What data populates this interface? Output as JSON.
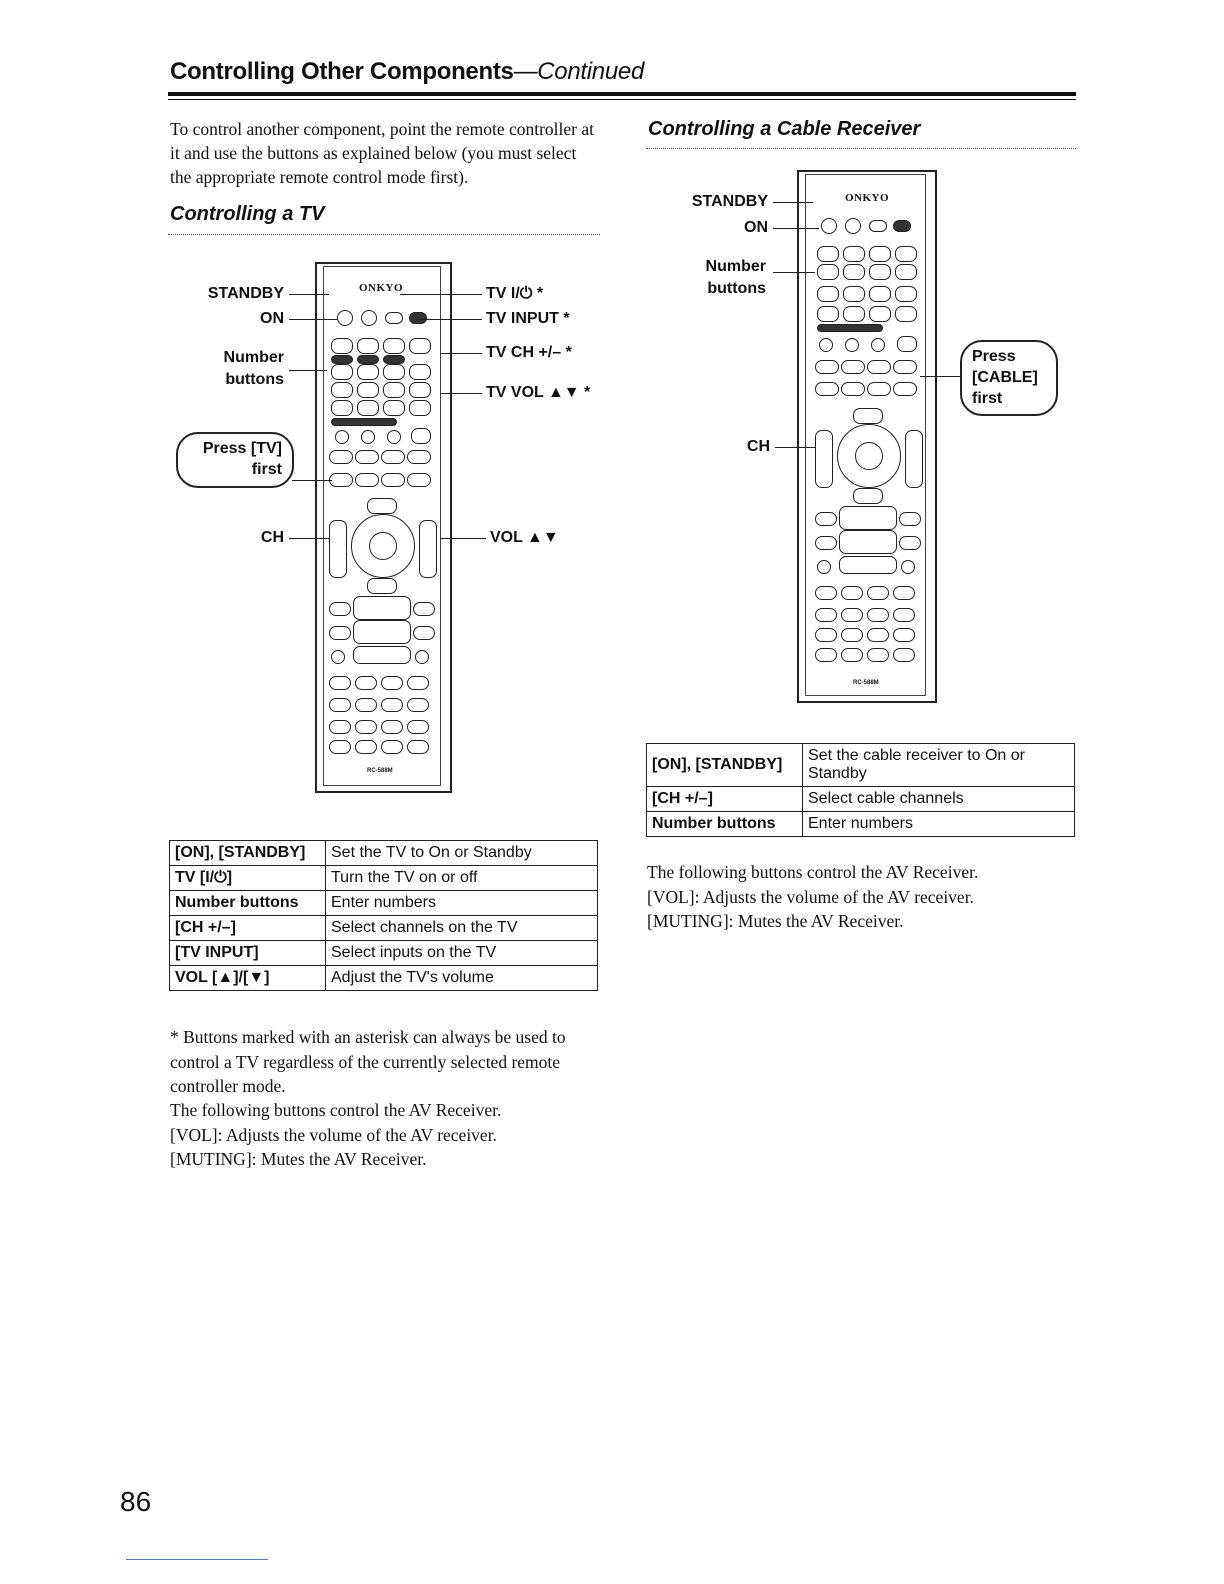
{
  "header": {
    "title": "Controlling Other Components",
    "continued": "—Continued"
  },
  "intro": "To control another component, point the remote controller at it and use the buttons as explained below (you must select the appropriate remote control mode first).",
  "tv_section": {
    "heading": "Controlling a TV",
    "labels": {
      "standby": "STANDBY",
      "on": "ON",
      "number_1": "Number",
      "number_2": "buttons",
      "ch": "CH",
      "tv_power": "TV I/⏻ *",
      "tv_input": "TV INPUT *",
      "tv_ch": "TV CH +/– *",
      "tv_vol": "TV VOL ▲▼ *",
      "vol": "VOL ▲▼"
    },
    "callout": {
      "line1": "Press [TV]",
      "line2": "first"
    },
    "remote": {
      "brand": "ONKYO",
      "model": "RC-588M"
    },
    "table": [
      {
        "key": "[ON], [STANDBY]",
        "desc": "Set the TV to On or Standby"
      },
      {
        "key": "TV [I/⏻]",
        "desc": "Turn the TV on or off"
      },
      {
        "key": "Number buttons",
        "desc": "Enter numbers"
      },
      {
        "key": "[CH +/–]",
        "desc": "Select channels on the TV"
      },
      {
        "key": "[TV INPUT]",
        "desc": "Select inputs on the TV"
      },
      {
        "key": "VOL [▲]/[▼]",
        "desc": "Adjust the TV's volume"
      }
    ],
    "footnote": "* Buttons marked with an asterisk can always be used to control a TV regardless of the currently selected remote controller mode.",
    "after": [
      "The following buttons control the AV Receiver.",
      "[VOL]: Adjusts the volume of the AV receiver.",
      "[MUTING]: Mutes the AV Receiver."
    ]
  },
  "cable_section": {
    "heading": "Controlling a Cable Receiver",
    "labels": {
      "standby": "STANDBY",
      "on": "ON",
      "number_1": "Number",
      "number_2": "buttons",
      "ch": "CH"
    },
    "callout": {
      "line1": "Press",
      "line2": "[CABLE]",
      "line3": "first"
    },
    "remote": {
      "brand": "ONKYO",
      "model": "RC-588M"
    },
    "table": [
      {
        "key": "[ON], [STANDBY]",
        "desc": "Set the cable receiver to On or Standby"
      },
      {
        "key": "[CH +/–]",
        "desc": "Select cable channels"
      },
      {
        "key": "Number buttons",
        "desc": "Enter numbers"
      }
    ],
    "after": [
      "The following buttons control the AV Receiver.",
      "[VOL]: Adjusts the volume of the AV receiver.",
      "[MUTING]: Mutes the AV Receiver."
    ]
  },
  "page_number": "86"
}
